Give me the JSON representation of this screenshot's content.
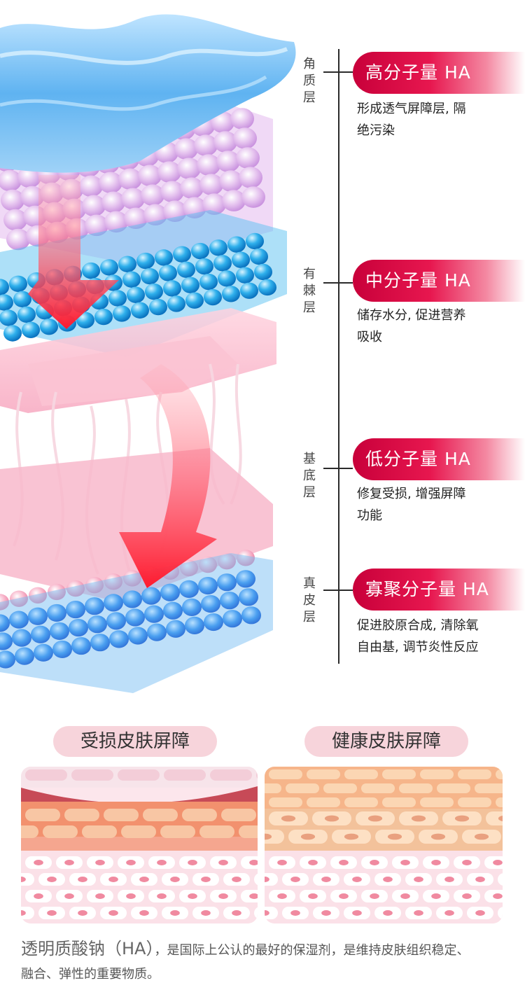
{
  "layers": [
    {
      "name": "角质层",
      "chars": [
        "角",
        "质",
        "层"
      ]
    },
    {
      "name": "有棘层",
      "chars": [
        "有",
        "棘",
        "层"
      ]
    },
    {
      "name": "基底层",
      "chars": [
        "基",
        "底",
        "层"
      ]
    },
    {
      "name": "真皮层",
      "chars": [
        "真",
        "皮",
        "层"
      ]
    }
  ],
  "ha_types": [
    {
      "title": "高分子量 HA",
      "desc_lines": [
        "形成透气屏障层, 隔",
        "绝污染"
      ]
    },
    {
      "title": "中分子量 HA",
      "desc_lines": [
        "储存水分, 促进营养",
        "吸收"
      ]
    },
    {
      "title": "低分子量 HA",
      "desc_lines": [
        "修复受损, 增强屏障",
        "功能"
      ]
    },
    {
      "title": "寡聚分子量 HA",
      "desc_lines": [
        "促进胶原合成, 清除氧",
        "自由基, 调节炎性反应"
      ]
    }
  ],
  "comparison": {
    "damaged_label": "受损皮肤屏障",
    "healthy_label": "健康皮肤屏障"
  },
  "footer": {
    "lead": "透明质酸钠（HA）",
    "line1_rest": "，是国际上公认的最好的保湿剂，是维持皮肤组织稳定、",
    "line2": "融合、弹性的重要物质。"
  },
  "colors": {
    "accent": "#d6003f",
    "pill_bg": "#f7d4db",
    "skin_blue": "#4aa8e8",
    "skin_pink": "#f7a8c0"
  }
}
